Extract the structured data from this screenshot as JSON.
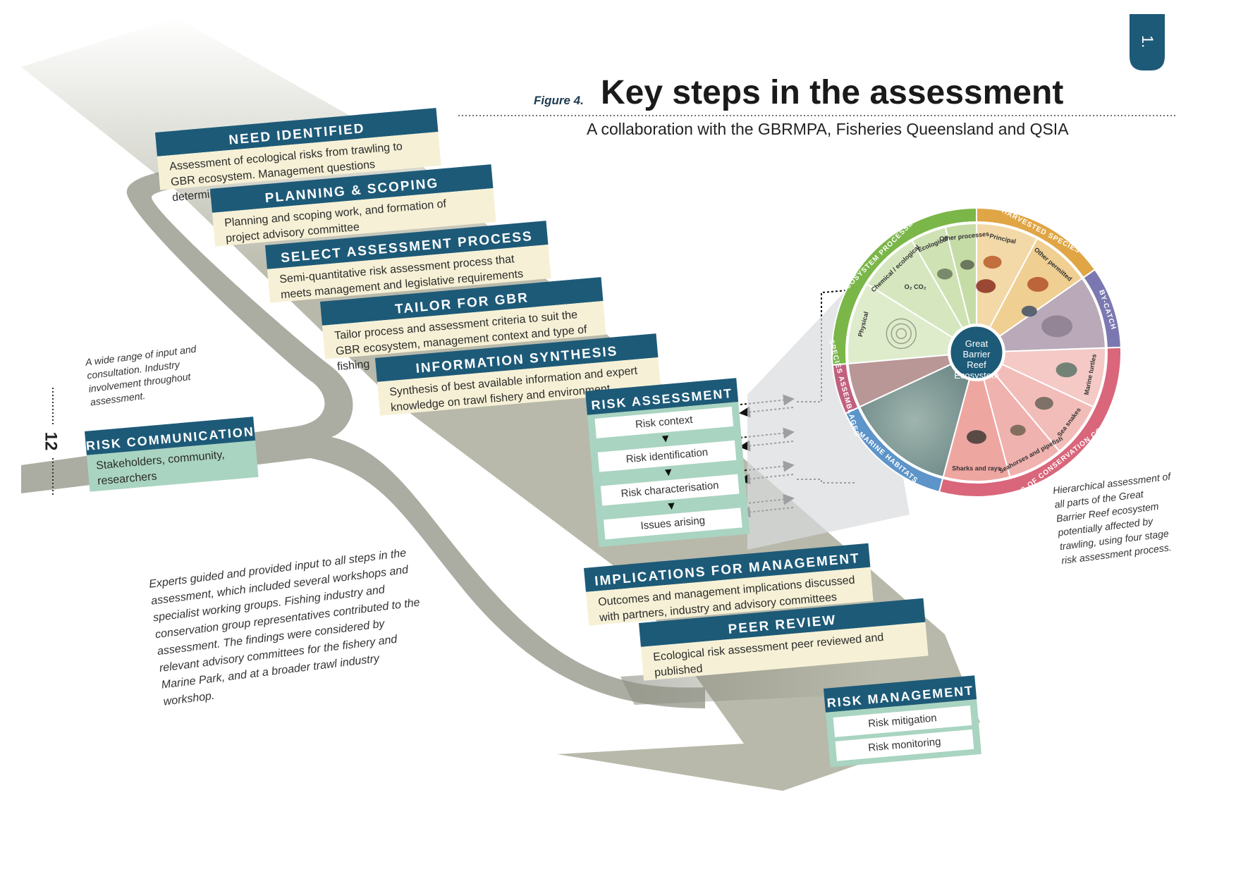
{
  "page_tab": "1.",
  "page_number": "12",
  "figure": {
    "label": "Figure 4.",
    "title": "Key steps in the assessment",
    "subtitle": "A collaboration with the GBRMPA, Fisheries Queensland and QSIA"
  },
  "stages": [
    {
      "heading": "NEED IDENTIFIED",
      "text": "Assessment of ecological risks from trawling to GBR ecosystem. Management questions determined."
    },
    {
      "heading": "PLANNING & SCOPING",
      "text": "Planning and scoping work, and formation of project advisory committee"
    },
    {
      "heading": "SELECT ASSESSMENT PROCESS",
      "text": "Semi-quantitative risk assessment process that meets management and legislative requirements"
    },
    {
      "heading": "TAILOR FOR GBR",
      "text": "Tailor process and assessment criteria to suit the GBR ecosystem, management context and type of fishing"
    },
    {
      "heading": "INFORMATION SYNTHESIS",
      "text": "Synthesis of best available information and expert knowledge on trawl fishery and environment"
    }
  ],
  "risk_assessment": {
    "heading": "RISK ASSESSMENT",
    "steps": [
      "Risk context",
      "Risk identification",
      "Risk characterisation",
      "Issues arising"
    ]
  },
  "implications": {
    "heading": "IMPLICATIONS FOR MANAGEMENT",
    "text": "Outcomes and management implications discussed with partners, industry and advisory committees"
  },
  "peer_review": {
    "heading": "PEER REVIEW",
    "text": "Ecological risk assessment peer reviewed and published"
  },
  "risk_management": {
    "heading": "RISK MANAGEMENT",
    "items": [
      "Risk mitigation",
      "Risk monitoring"
    ]
  },
  "risk_communication": {
    "heading": "RISK COMMUNICATION",
    "text": "Stakeholders, community, researchers"
  },
  "notes": {
    "consultation": "A wide range of input and consultation. Industry involvement throughout assessment.",
    "experts": "Experts guided and provided input to all steps in the assessment, which included several workshops and specialist working groups. Fishing industry and conservation group representatives contributed to the assessment. The findings were considered by relevant advisory committees for the fishery and Marine Park, and at a broader trawl industry workshop.",
    "hierarchical": "Hierarchical assessment of all parts of the Great Barrier Reef ecosystem potentially affected by trawling, using four stage risk assessment process."
  },
  "wheel": {
    "center": [
      "Great",
      "Barrier Reef",
      "Ecosystem"
    ],
    "outer_labels": [
      "ECOSYSTEM PROCESSES",
      "HARVESTED SPECIES",
      "BY-CATCH",
      "SPECIES OF CONSERVATION CONCERN",
      "MARINE HABITATS",
      "SPECIES ASSEMBLAGES"
    ],
    "inner_labels": [
      "Physical",
      "Chemical / ecological",
      "Ecological",
      "Other processes",
      "Principal",
      "Other permitted",
      "Marine turtles",
      "Sea snakes",
      "Seahorses and pipefish",
      "Sharks and rays"
    ],
    "chem_symbols": [
      "O₂",
      "CO₂"
    ]
  },
  "colors": {
    "navy": "#1d5a78",
    "cream": "#f6f1d6",
    "teal": "#a9d4c1",
    "arrow_grey": "#b8b9aa",
    "green": "#7ab648",
    "orange": "#e0a545",
    "purple": "#7b78b1",
    "rose": "#d9667b",
    "blue": "#5d94c9",
    "magenta": "#c1607e"
  }
}
